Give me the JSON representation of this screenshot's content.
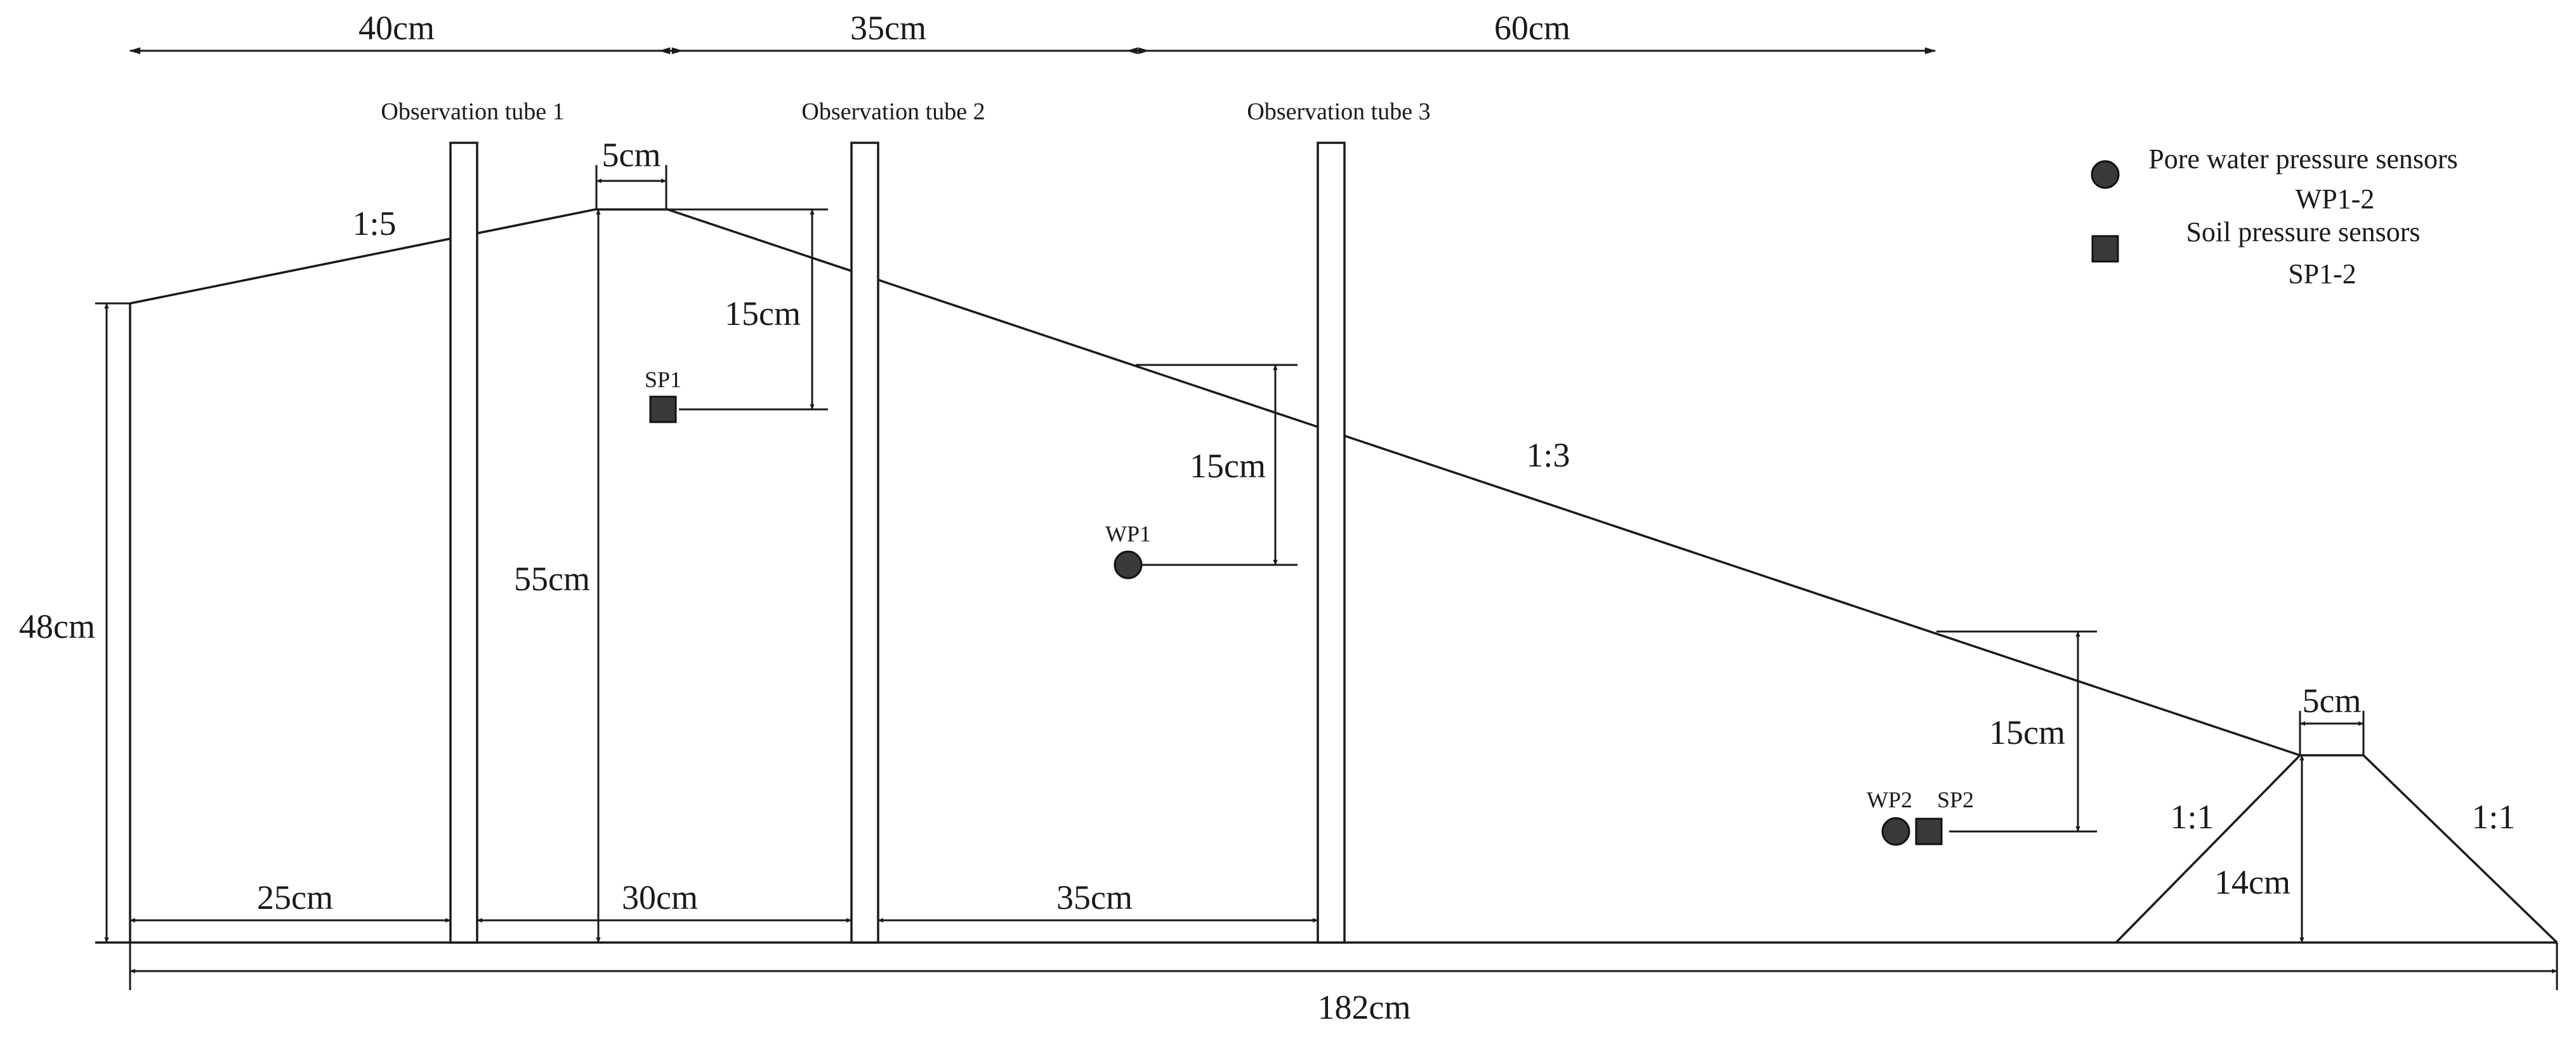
{
  "top_dims": {
    "d1": "40cm",
    "d2": "35cm",
    "d3": "60cm"
  },
  "tubes": {
    "tube1": "Observation tube 1",
    "tube2": "Observation tube 2",
    "tube3": "Observation tube 3"
  },
  "legend": {
    "pore_water": "Pore water pressure sensors",
    "pore_water_ids": "WP1-2",
    "soil": "Soil pressure sensors",
    "soil_ids": "SP1-2"
  },
  "slopes": {
    "upstream": "1:5",
    "downstream": "1:3",
    "toe_left": "1:1",
    "toe_right": "1:1"
  },
  "dims": {
    "crest_width": "5cm",
    "toe_crest_width": "5cm",
    "sp1_depth": "15cm",
    "wp1_depth": "15cm",
    "wp2_depth": "15cm",
    "dam_height": "55cm",
    "left_height": "48cm",
    "toe_height": "14cm",
    "base_1": "25cm",
    "base_2": "30cm",
    "base_3": "35cm",
    "total_length": "182cm"
  },
  "sensors": {
    "sp1": "SP1",
    "wp1": "WP1",
    "wp2": "WP2",
    "sp2": "SP2"
  },
  "colors": {
    "line": "#1a1a1a",
    "sensor_fill": "#3a3a3a"
  }
}
